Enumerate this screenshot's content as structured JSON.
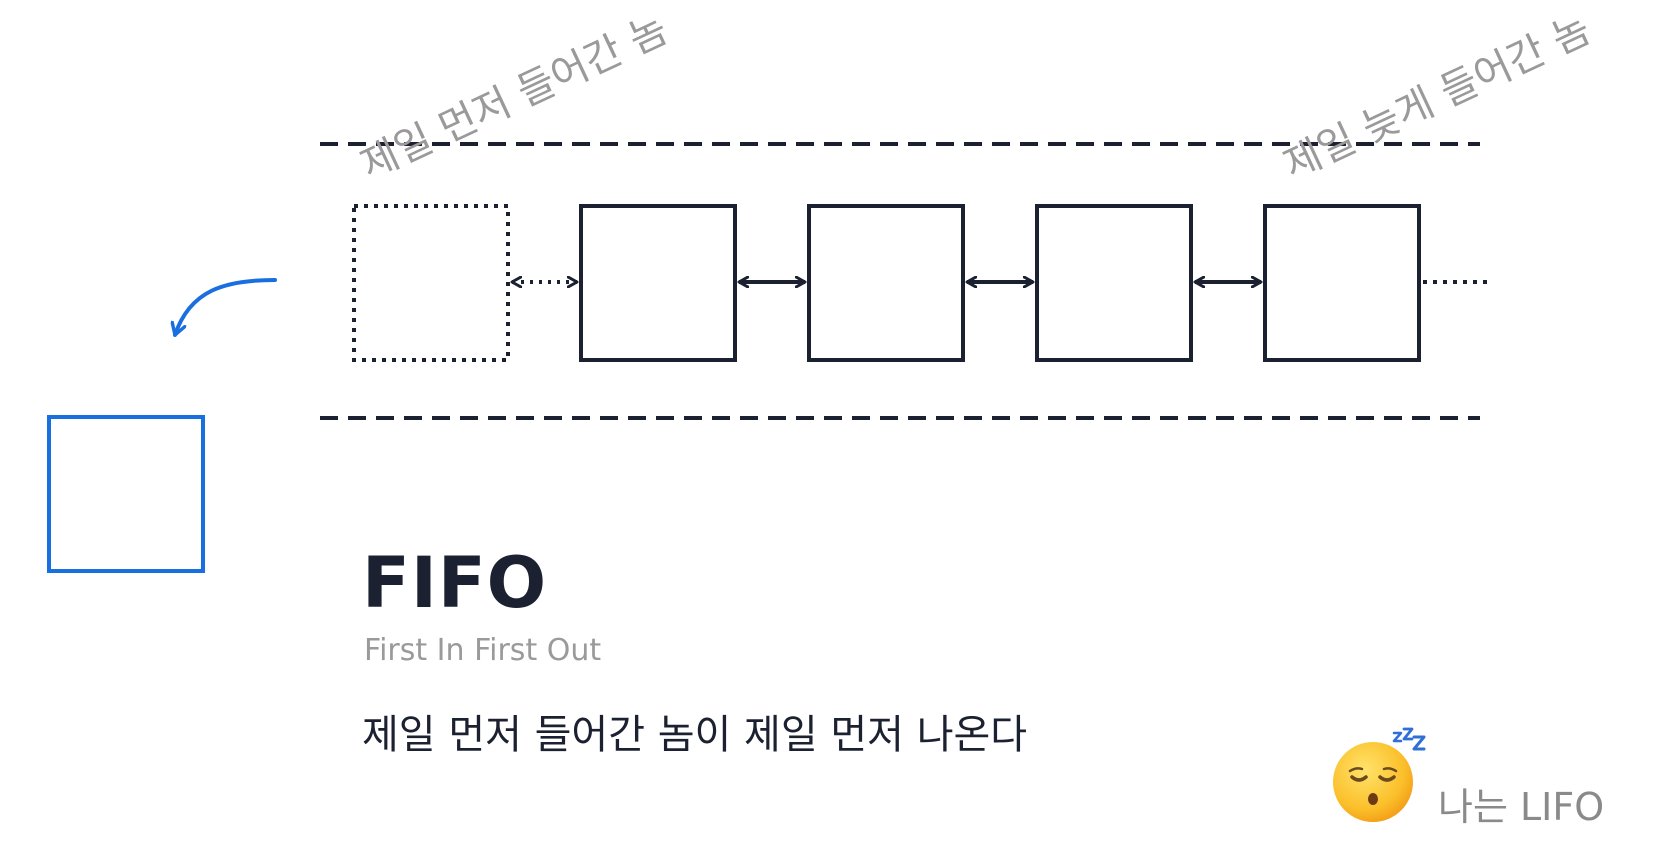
{
  "labels": {
    "first_in": "제일 먼저 들어간 놈",
    "last_in": "제일 늦게 들어간 놈"
  },
  "title": "FIFO",
  "subtitle": "First In First Out",
  "description": "제일 먼저 들어간 놈이 제일 먼저 나온다",
  "side_note": {
    "emoji": "sleeping-face",
    "text": "나는 LIFO"
  },
  "colors": {
    "ink": "#1b2130",
    "accent": "#1a6fe0",
    "muted": "#9a9a9a"
  }
}
